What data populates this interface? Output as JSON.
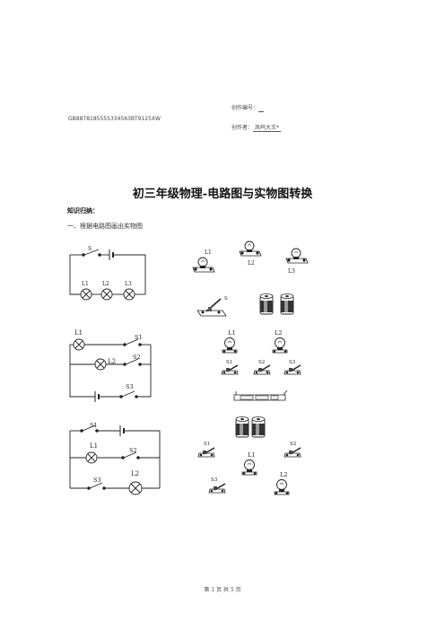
{
  "header": {
    "creation_no_label": "创作编号：",
    "creation_no_value": "GB8878185555334563BT9125XW",
    "author_label": "创作者：",
    "author_value": "凤呜大王*"
  },
  "title": "初三年级物理-电路图与实物图转换",
  "section": {
    "heading": "知识归纳：",
    "item1": "一、根据电路图画出实物图"
  },
  "diagram1": {
    "switch": "S",
    "lamps": [
      "L1",
      "L2",
      "L3"
    ],
    "part_lamps": [
      "L1",
      "L2",
      "L3"
    ],
    "part_switch": "S"
  },
  "diagram2": {
    "lamps": [
      "L1",
      "L2"
    ],
    "switches": [
      "S1",
      "S2",
      "S3"
    ],
    "part_lamps": [
      "L1",
      "L2"
    ],
    "part_switches": [
      "S1",
      "S2",
      "S3"
    ]
  },
  "diagram3": {
    "lamps": [
      "L1",
      "L2"
    ],
    "switches": [
      "S1",
      "S2",
      "S3"
    ],
    "part_lamps": [
      "L1",
      "L2"
    ],
    "part_switches": [
      "S1",
      "S2",
      "S3"
    ]
  },
  "footer": "第 1 页 共 5 页"
}
